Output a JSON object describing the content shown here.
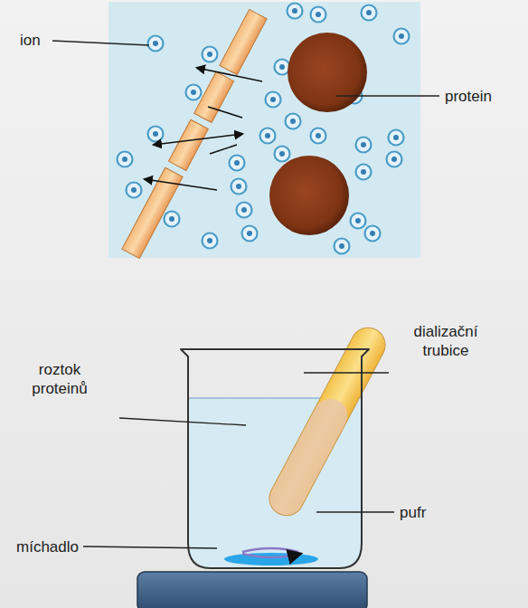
{
  "diagram": {
    "labels": [
      "ion",
      "protein",
      "dializační trubice",
      "roztok proteinů",
      "míchadlo",
      "pufr"
    ]
  }
}
